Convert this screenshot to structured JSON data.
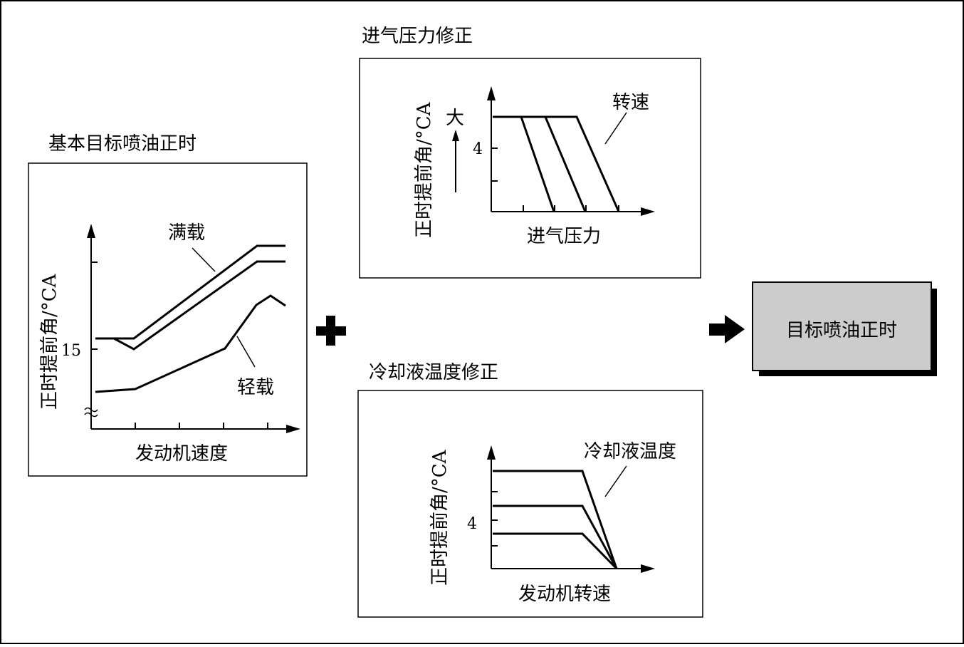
{
  "panels": {
    "base": {
      "title": "基本目标喷油正时",
      "y_label": "正时提前角/°CA",
      "x_label": "发动机速度",
      "y_tick": "15",
      "curve_full": "满载",
      "curve_light": "轻载"
    },
    "intake": {
      "title": "进气压力修正",
      "y_label": "正时提前角/°CA",
      "x_label": "进气压力",
      "y_tick": "4",
      "direction": "大",
      "curve_label": "转速"
    },
    "coolant": {
      "title": "冷却液温度修正",
      "y_label": "正时提前角/°CA",
      "x_label": "发动机转速",
      "y_tick": "4",
      "curve_label": "冷却液温度"
    }
  },
  "operators": {
    "plus": "+",
    "arrow": "right-arrow-icon"
  },
  "result": {
    "label": "目标喷油正时",
    "fill": "#cccccc",
    "shadow": "#000000"
  }
}
